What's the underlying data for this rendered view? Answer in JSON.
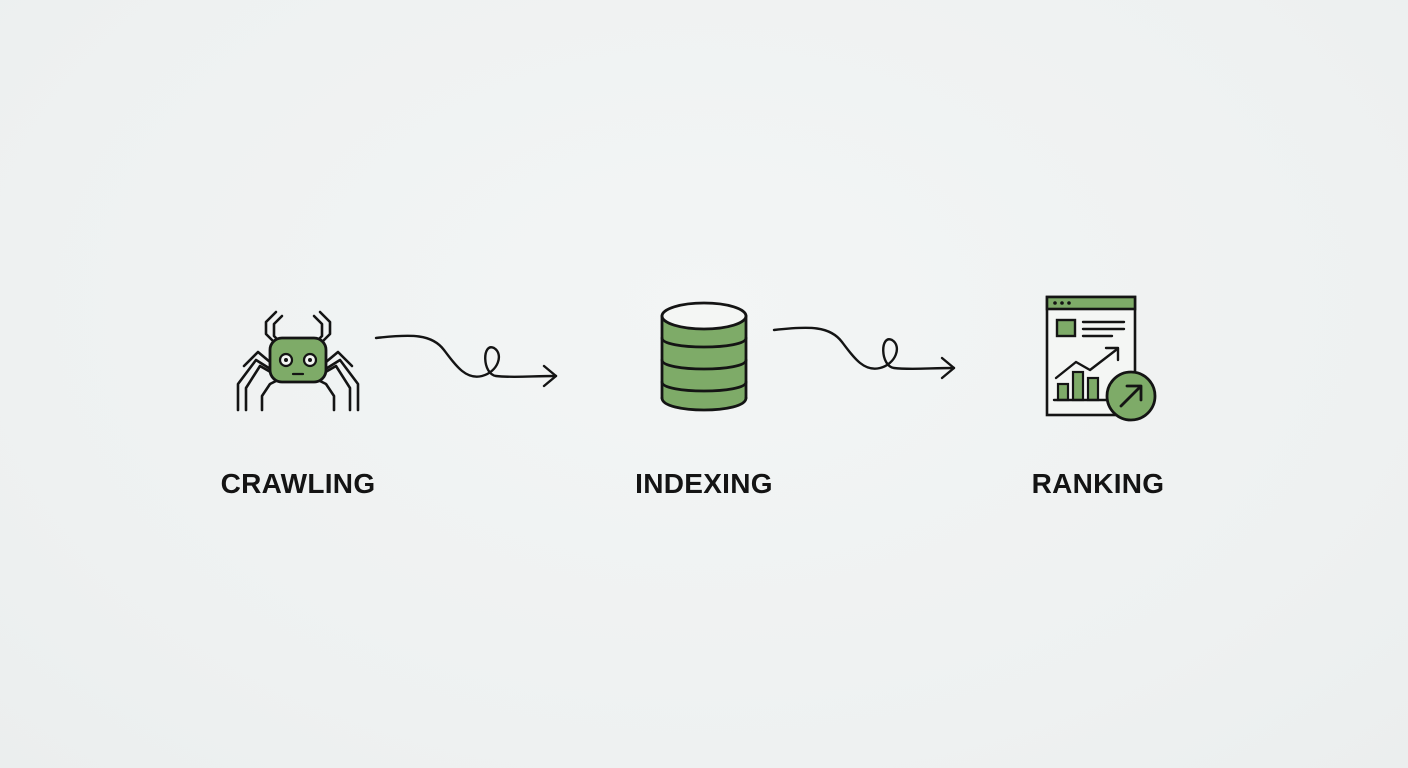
{
  "diagram": {
    "title": "Search engine process",
    "steps": [
      {
        "label": "CRAWLING",
        "icon": "spider-bot-icon"
      },
      {
        "label": "INDEXING",
        "icon": "database-icon"
      },
      {
        "label": "RANKING",
        "icon": "ranking-report-icon"
      }
    ],
    "connectors": [
      {
        "from": "CRAWLING",
        "to": "INDEXING",
        "style": "looped-arrow"
      },
      {
        "from": "INDEXING",
        "to": "RANKING",
        "style": "looped-arrow"
      }
    ]
  },
  "colors": {
    "background": "#eff2f2",
    "accent_green": "#7eab68",
    "stroke": "#141414",
    "text": "#141414"
  }
}
